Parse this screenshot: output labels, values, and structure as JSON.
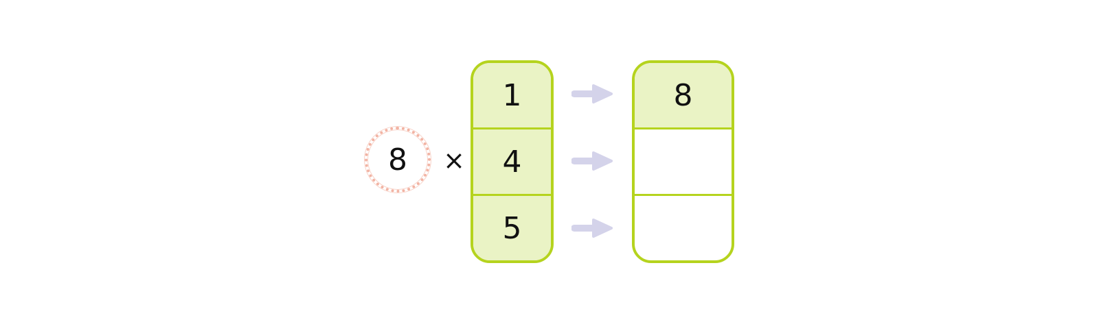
{
  "multiplier": "8",
  "operator": "×",
  "inputs": [
    "1",
    "4",
    "5"
  ],
  "outputs": [
    "8",
    "",
    ""
  ],
  "colors": {
    "column_border": "#b5d31e",
    "cell_fill": "#eaf3c5",
    "arrow": "#d4d3ea",
    "circle_border": "#f2b3a3"
  }
}
